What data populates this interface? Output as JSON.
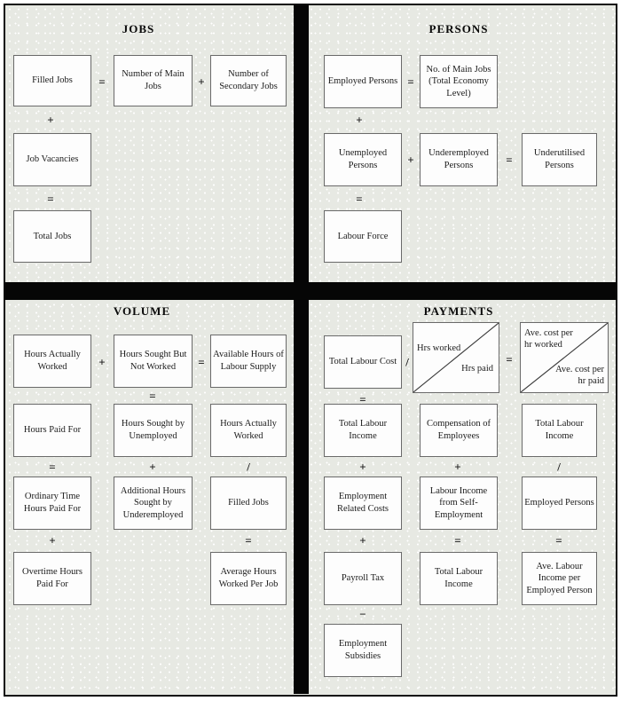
{
  "palette": {
    "background": "#e7e9e3",
    "box_fill": "#fdfdfd",
    "box_border": "#6a6a6a",
    "bar": "#060606"
  },
  "quadrants": {
    "jobs": {
      "title": "JOBS",
      "boxes": {
        "filled_jobs": "Filled Jobs",
        "number_of_main_jobs": "Number of Main Jobs",
        "number_of_secondary_jobs": "Number of Secondary Jobs",
        "job_vacancies": "Job Vacancies",
        "total_jobs": "Total Jobs"
      },
      "operators": {
        "row1_equals": "=",
        "row1_plus": "+",
        "col1_plus": "+",
        "col1_equals": "="
      }
    },
    "persons": {
      "title": "PERSONS",
      "boxes": {
        "employed_persons": "Employed Persons",
        "no_of_main_jobs_total_economy_level": "No. of Main Jobs (Total Economy Level)",
        "unemployed_persons": "Unemployed Persons",
        "underemployed_persons": "Underemployed Persons",
        "underutilised_persons": "Underutilised Persons",
        "labour_force": "Labour Force"
      },
      "operators": {
        "row1_equals": "=",
        "col1_plus": "+",
        "row2_plus": "+",
        "row2_equals": "=",
        "col1_equals": "="
      }
    },
    "volume": {
      "title": "VOLUME",
      "boxes": {
        "hours_actually_worked": "Hours Actually Worked",
        "hours_sought_but_not_worked": "Hours Sought But Not Worked",
        "available_hours_of_labour_supply": "Available Hours of Labour Supply",
        "hours_paid_for": "Hours Paid For",
        "hours_sought_by_unemployed": "Hours Sought by Unemployed",
        "hours_actually_worked_2": "Hours Actually Worked",
        "ordinary_time_hours_paid_for": "Ordinary Time Hours Paid For",
        "additional_hours_sought_by_underemployed": "Additional Hours Sought by Underemployed",
        "filled_jobs": "Filled Jobs",
        "overtime_hours_paid_for": "Overtime Hours Paid For",
        "average_hours_worked_per_job": "Average Hours Worked Per Job"
      },
      "operators": {
        "row1_plus": "+",
        "row1_equals": "=",
        "col2_equals_top": "=",
        "col1_equals": "=",
        "col2_plus": "+",
        "col3_divide": "/",
        "col1_plus": "+",
        "col3_equals": "="
      }
    },
    "payments": {
      "title": "PAYMENTS",
      "boxes": {
        "total_labour_cost": "Total Labour Cost",
        "hrs_worked": "Hrs worked",
        "hrs_paid": "Hrs paid",
        "ave_cost_per_hr_worked": "Ave. cost per hr worked",
        "ave_cost_per_hr_paid": "Ave. cost per hr paid",
        "total_labour_income_1": "Total Labour Income",
        "compensation_of_employees": "Compensation of Employees",
        "total_labour_income_2": "Total Labour Income",
        "employment_related_costs": "Employment Related Costs",
        "labour_income_from_self_employment": "Labour Income from Self-Employment",
        "employed_persons": "Employed Persons",
        "payroll_tax": "Payroll Tax",
        "total_labour_income_3": "Total Labour Income",
        "ave_labour_income_per_employed_person": "Ave. Labour Income per Employed Person",
        "employment_subsidies": "Employment Subsidies"
      },
      "operators": {
        "row1_divide": "/",
        "row1_equals": "=",
        "col1_equals": "=",
        "col1_plus_a": "+",
        "col2_plus": "+",
        "col3_divide": "/",
        "col1_plus_b": "+",
        "col2_equals": "=",
        "col3_equals": "=",
        "col1_minus": "−"
      }
    }
  }
}
